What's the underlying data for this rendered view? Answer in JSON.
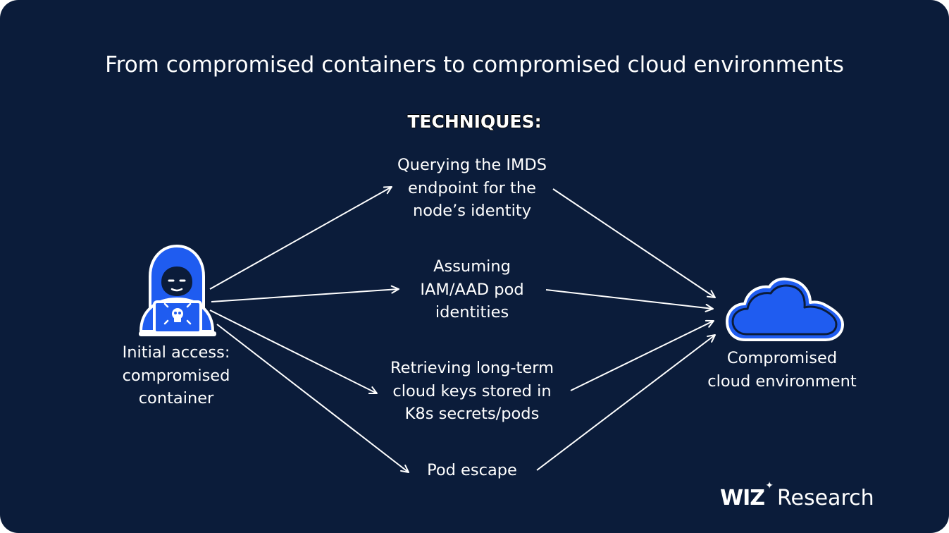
{
  "title": "From compromised containers to compromised cloud environments",
  "subtitle": "TECHNIQUES:",
  "source": {
    "label": "Initial access:\ncompromised\ncontainer",
    "icon": "hacker-skull-laptop-icon"
  },
  "target": {
    "label": "Compromised\ncloud environment",
    "icon": "cloud-icon"
  },
  "techniques": [
    {
      "label": "Querying the IMDS\nendpoint for the\nnode’s identity"
    },
    {
      "label": "Assuming\nIAM/AAD pod\nidentities"
    },
    {
      "label": "Retrieving long-term\ncloud keys stored in\nK8s secrets/pods"
    },
    {
      "label": "Pod escape"
    }
  ],
  "brand": {
    "name": "WIZ",
    "sparkle": "✦",
    "suffix": "Research"
  },
  "colors": {
    "background": "#0b1c3a",
    "accent": "#1f5cf0",
    "text": "#ffffff"
  }
}
